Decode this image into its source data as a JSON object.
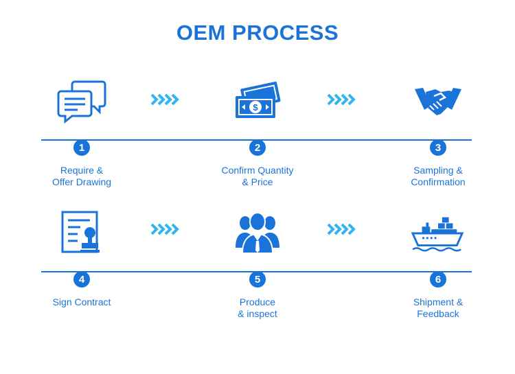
{
  "title": "OEM PROCESS",
  "colors": {
    "accent": "#1a73d9",
    "arrow": "#31b5f0"
  },
  "steps": [
    {
      "number": "1",
      "label_line1": "Require &",
      "label_line2": "Offer Drawing",
      "icon": "chat-bubbles-icon"
    },
    {
      "number": "2",
      "label_line1": "Confirm Quantity",
      "label_line2": "& Price",
      "icon": "money-icon"
    },
    {
      "number": "3",
      "label_line1": "Sampling &",
      "label_line2": "Confirmation",
      "icon": "handshake-icon"
    },
    {
      "number": "4",
      "label_line1": "Sign Contract",
      "label_line2": "",
      "icon": "contract-stamp-icon"
    },
    {
      "number": "5",
      "label_line1": "Produce",
      "label_line2": "& inspect",
      "icon": "team-people-icon"
    },
    {
      "number": "6",
      "label_line1": "Shipment &",
      "label_line2": "Feedback",
      "icon": "cargo-ship-icon"
    }
  ]
}
